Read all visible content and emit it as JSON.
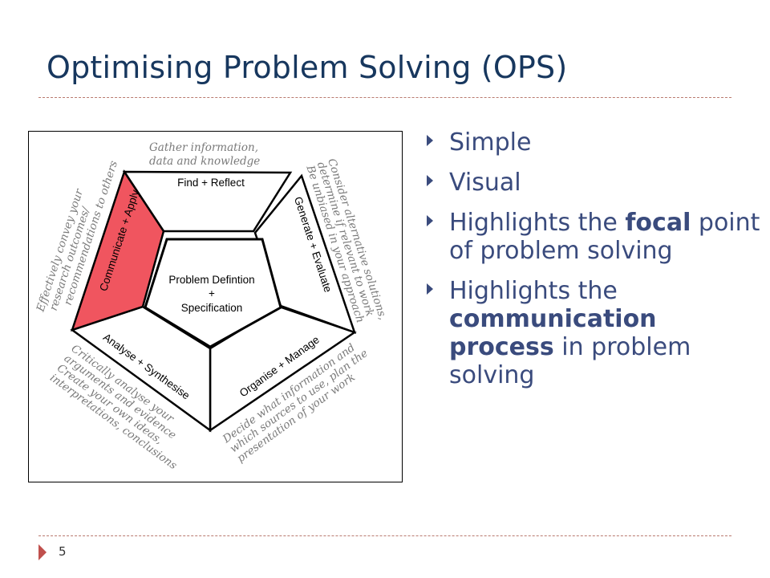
{
  "slide": {
    "title": "Optimising Problem Solving (OPS)",
    "page_number": "5"
  },
  "diagram": {
    "center": {
      "line1": "Problem Defintion",
      "line2": "+",
      "line3": "Specification"
    },
    "segments": {
      "find": "Find + Reflect",
      "generate": "Generate + Evaluate",
      "organise": "Organise + Manage",
      "analyse": "Analyse + Synthesise",
      "communicate": "Communicate + Apply"
    },
    "notes": {
      "find_l1": "Gather information,",
      "find_l2": "data and knowledge",
      "generate_l1": "Consider alternative solutions,",
      "generate_l2": "determine if relevant to work",
      "generate_l3": "Be unbiased in your approach",
      "organise_l1": "Decide what information and",
      "organise_l2": "which sources to use, plan the",
      "organise_l3": "presentation of your work",
      "analyse_l1": "Critically analyse your",
      "analyse_l2": "arguments and evidence",
      "analyse_l3": "Create your own ideas,",
      "analyse_l4": "interpretations, conclusions",
      "communicate_l1": "Effectively convey your",
      "communicate_l2": "research outcomes/",
      "communicate_l3": "recommendations to others"
    },
    "highlight_color": "#f0555f"
  },
  "bullets": [
    {
      "pre": "Simple",
      "bold": "",
      "post": ""
    },
    {
      "pre": "Visual",
      "bold": "",
      "post": ""
    },
    {
      "pre": "Highlights the ",
      "bold": "focal",
      "post": " point of problem solving"
    },
    {
      "pre": "Highlights the ",
      "bold": "communication process",
      "post": " in problem solving"
    }
  ]
}
